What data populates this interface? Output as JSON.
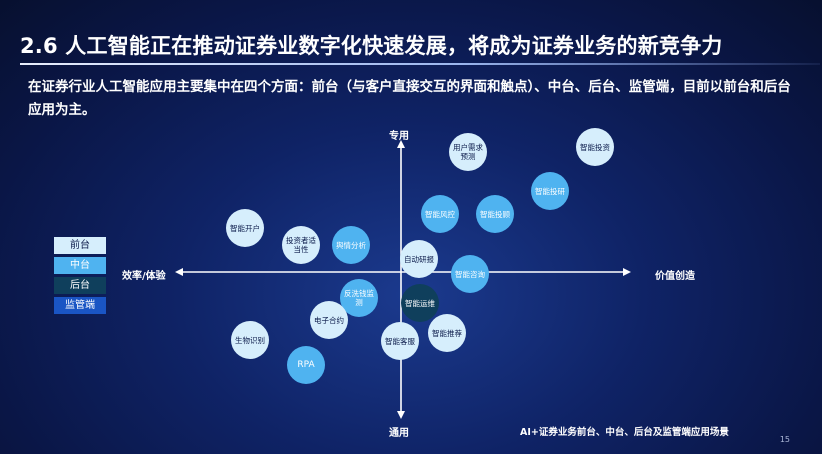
{
  "slide": {
    "title": "2.6 人工智能正在推动证券业数字化快速发展，将成为证券业务的新竞争力",
    "subtitle": "在证券行业人工智能应用主要集中在四个方面：前台（与客户直接交互的界面和触点）、中台、后台、监管端，目前以前台和后台应用为主。",
    "caption": "AI+证券业务前台、中台、后台及监管端应用场景",
    "page_number": "15"
  },
  "axes": {
    "top": "专用",
    "bottom": "通用",
    "left": "效率/体验",
    "right": "价值创造"
  },
  "legend": [
    {
      "label": "前台",
      "category": "front"
    },
    {
      "label": "中台",
      "category": "middle"
    },
    {
      "label": "后台",
      "category": "back"
    },
    {
      "label": "监管端",
      "category": "regulatory"
    }
  ],
  "colors": {
    "front": "#d6eefc",
    "middle": "#4fb3f0",
    "back": "#0f3f5c",
    "regulatory": "#1a55c4",
    "axis": "#ffffff"
  },
  "nodes": [
    {
      "label": "用户需求预测",
      "category": "front"
    },
    {
      "label": "智能投资",
      "category": "front"
    },
    {
      "label": "智能投研",
      "category": "middle"
    },
    {
      "label": "智能风控",
      "category": "middle"
    },
    {
      "label": "智能投顾",
      "category": "middle"
    },
    {
      "label": "智能开户",
      "category": "front"
    },
    {
      "label": "投资者适当性",
      "category": "front"
    },
    {
      "label": "舆情分析",
      "category": "middle"
    },
    {
      "label": "自动研报",
      "category": "front"
    },
    {
      "label": "智能咨询",
      "category": "middle"
    },
    {
      "label": "反洗钱监测",
      "category": "middle"
    },
    {
      "label": "智能运维",
      "category": "back"
    },
    {
      "label": "电子合约",
      "category": "front"
    },
    {
      "label": "智能推荐",
      "category": "front"
    },
    {
      "label": "生物识别",
      "category": "front"
    },
    {
      "label": "智能客服",
      "category": "front"
    },
    {
      "label": "RPA",
      "category": "middle"
    }
  ]
}
